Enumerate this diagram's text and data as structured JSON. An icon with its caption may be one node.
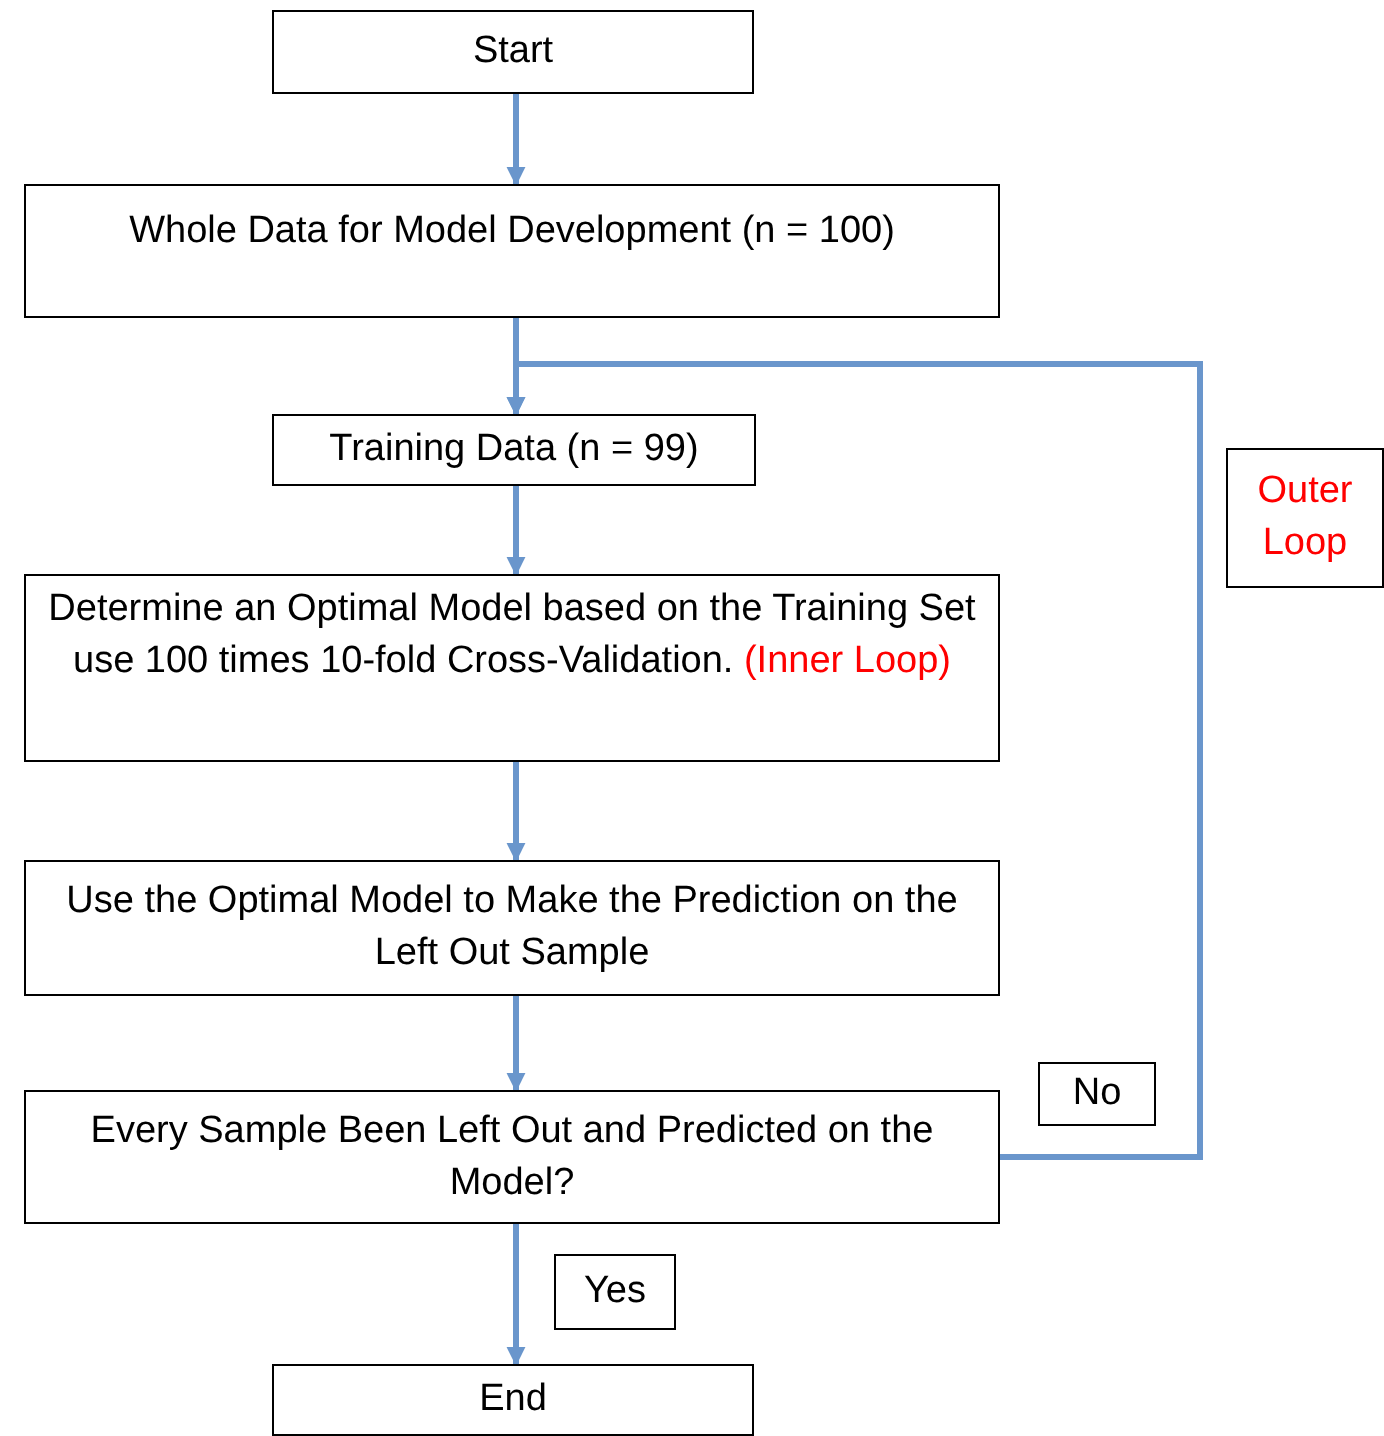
{
  "diagram": {
    "nodes": [
      {
        "text": [
          "Start"
        ]
      },
      {
        "text": [
          "Whole Data for Model Development (n = 100)"
        ]
      },
      {
        "text": [
          "Training Data (n = 99)"
        ]
      },
      {
        "text": [
          "Outer Loop"
        ]
      },
      {
        "text": [
          "Determine an Optimal Model based on the Training Set use 100 times 10-fold Cross-Validation.",
          "(Inner Loop)"
        ]
      },
      {
        "text": [
          "Use the Optimal Model to Make the Prediction on the Left Out Sample"
        ]
      },
      {
        "text": [
          "No"
        ]
      },
      {
        "text": [
          "Every Sample Been Left Out and Predicted on the Model?"
        ]
      },
      {
        "text": [
          "Yes"
        ]
      },
      {
        "text": [
          "End"
        ]
      }
    ],
    "edges": [
      {
        "from": 0,
        "to": 1,
        "arrow": "to"
      },
      {
        "from": 1,
        "to": 2,
        "arrow": "to"
      },
      {
        "from": 2,
        "to": 4,
        "arrow": "to"
      },
      {
        "from": 4,
        "to": 5,
        "arrow": "to"
      },
      {
        "from": 5,
        "to": 7,
        "arrow": "to"
      },
      {
        "from": 7,
        "to": 9,
        "arrow": "to"
      },
      {
        "from": 7,
        "to": 2,
        "arrow": "to"
      }
    ]
  }
}
